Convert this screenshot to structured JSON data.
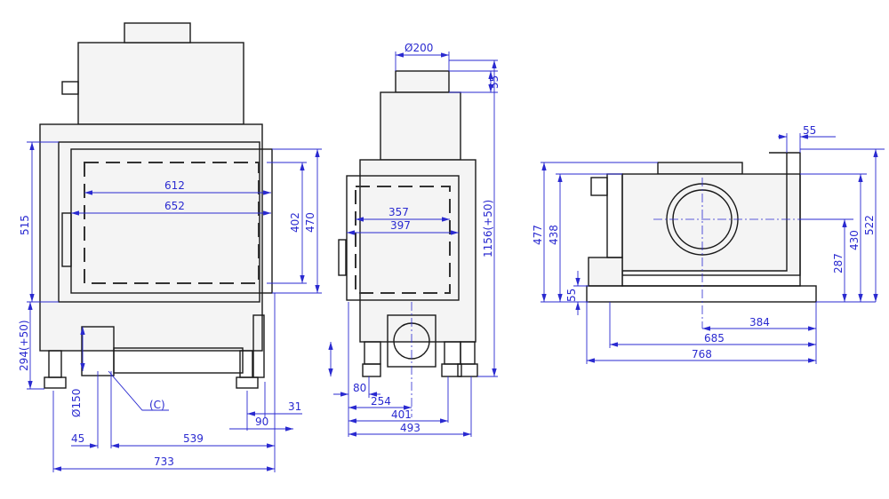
{
  "front_view": {
    "width_inner": "612",
    "width_glass": "652",
    "height_left": "515",
    "height_glass": "402",
    "height_total": "470",
    "leg_height": "294(+50)",
    "flue_diameter": "Ø150",
    "callout": "(C)",
    "offset_45": "45",
    "dist_539": "539",
    "width_total": "733",
    "dim_31": "31",
    "dim_90": "90"
  },
  "side_view": {
    "flue_diameter": "Ø200",
    "flue_height": "55",
    "total_height": "1156(+50)",
    "inner_357": "357",
    "inner_397": "397",
    "dim_80": "80",
    "dim_254": "254",
    "dim_401": "401",
    "dim_493": "493"
  },
  "top_view": {
    "dim_55_top": "55",
    "depth_477": "477",
    "depth_438": "438",
    "dim_55_left": "55",
    "dim_384": "384",
    "dim_685": "685",
    "dim_768": "768",
    "dim_287": "287",
    "dim_430": "430",
    "dim_522": "522"
  }
}
